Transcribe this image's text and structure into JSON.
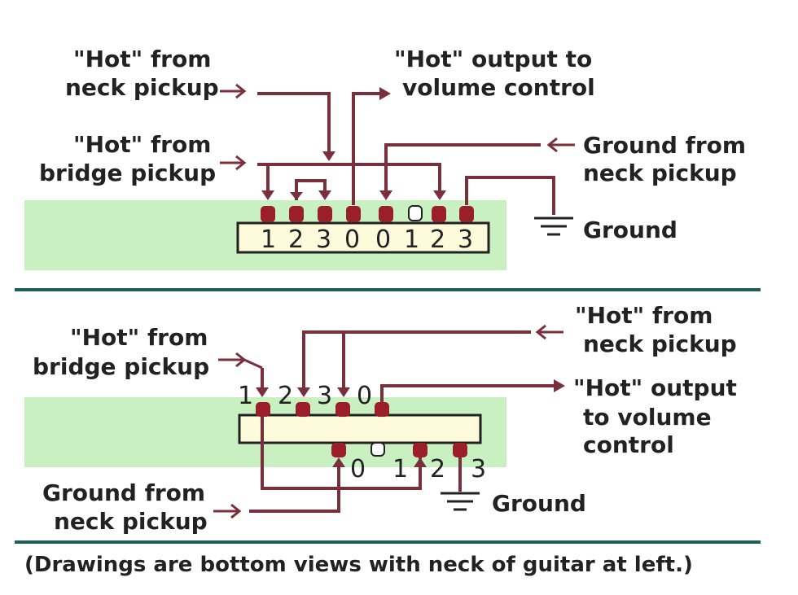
{
  "colors": {
    "wire": "#7a2f3d",
    "lug": "#9a1f2a",
    "board": "#c8f0c0",
    "strip": "#fefbdc",
    "divider": "#1f5f5a",
    "text": "#222222"
  },
  "top_diagram": {
    "hot_neck": [
      "\"Hot\" from",
      "neck pickup"
    ],
    "hot_output": [
      "\"Hot\" output to",
      "volume control"
    ],
    "hot_bridge": [
      "\"Hot\" from",
      "bridge pickup"
    ],
    "ground_neck": [
      "Ground from",
      "neck pickup"
    ],
    "ground_label": "Ground",
    "pin_numbers": [
      "1",
      "2",
      "3",
      "0",
      "0",
      "1",
      "2",
      "3"
    ]
  },
  "bottom_diagram": {
    "hot_neck": [
      "\"Hot\" from",
      "neck pickup"
    ],
    "hot_bridge": [
      "\"Hot\" from",
      "bridge pickup"
    ],
    "hot_output": [
      "\"Hot\" output",
      "to volume",
      "control"
    ],
    "ground_neck": [
      "Ground from",
      "neck pickup"
    ],
    "ground_label": "Ground",
    "top_pin_numbers": [
      "1",
      "2",
      "3",
      "0"
    ],
    "bottom_pin_numbers": [
      "0",
      "1",
      "2",
      "3"
    ]
  },
  "caption": "(Drawings are bottom views with neck of guitar at left.)"
}
